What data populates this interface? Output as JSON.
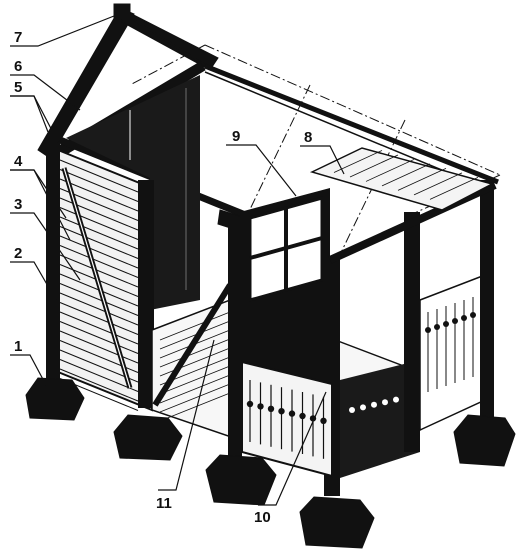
{
  "callouts": [
    {
      "id": "1",
      "label": "1"
    },
    {
      "id": "2",
      "label": "2"
    },
    {
      "id": "3",
      "label": "3"
    },
    {
      "id": "4",
      "label": "4"
    },
    {
      "id": "5",
      "label": "5"
    },
    {
      "id": "6",
      "label": "6"
    },
    {
      "id": "7",
      "label": "7"
    },
    {
      "id": "8",
      "label": "8"
    },
    {
      "id": "9",
      "label": "9"
    },
    {
      "id": "10",
      "label": "10"
    },
    {
      "id": "11",
      "label": "11"
    }
  ],
  "colors": {
    "ink": "#111111",
    "paper": "#ffffff",
    "wood": "#f2f2f2"
  }
}
